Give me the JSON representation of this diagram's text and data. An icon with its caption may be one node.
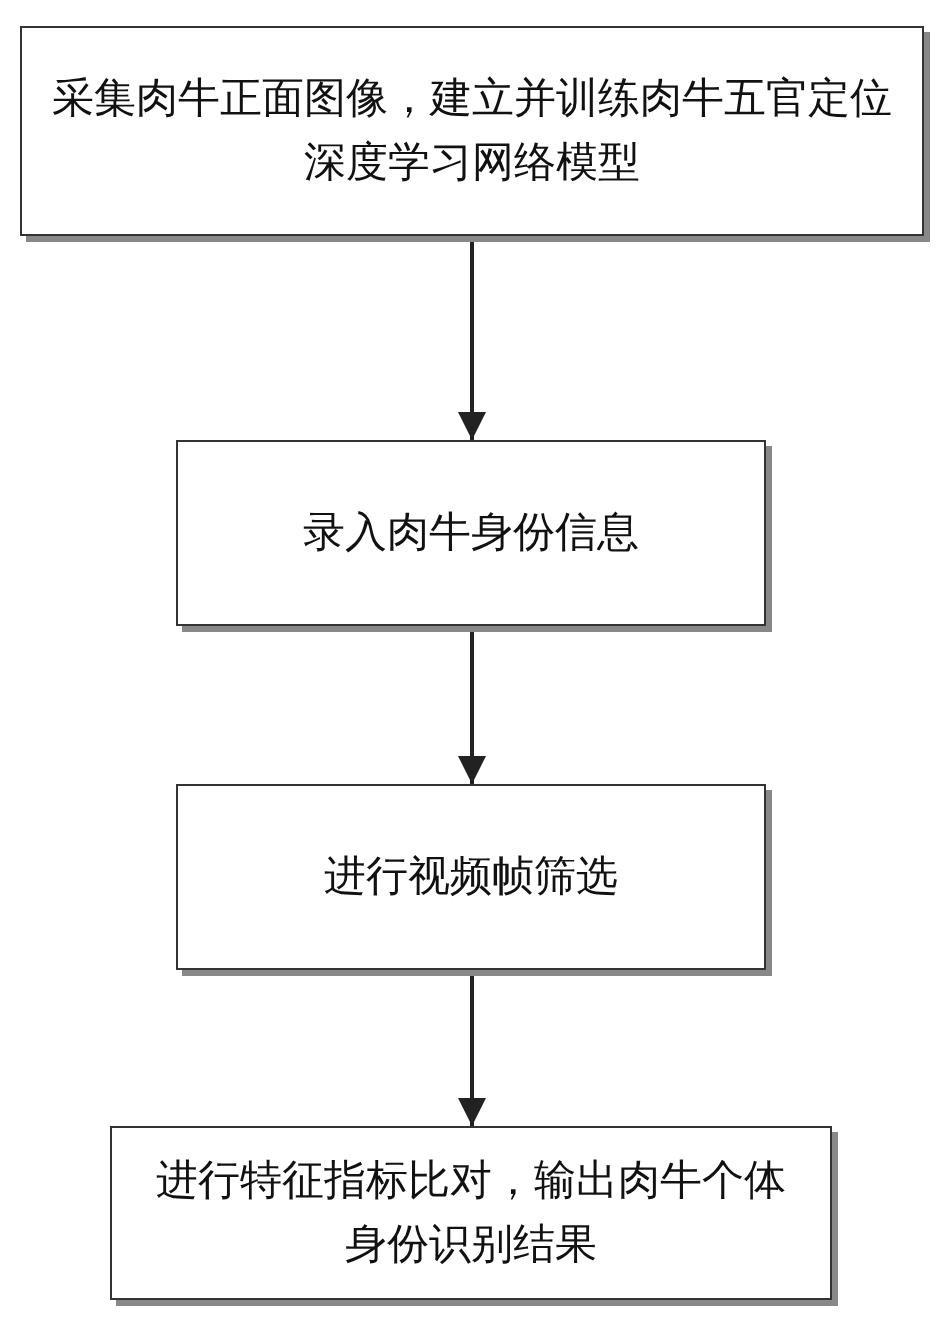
{
  "diagram": {
    "nodes": [
      {
        "text": [
          "采集肉牛正面图像，建立并训练肉牛五官定位深度学习网络模型"
        ]
      },
      {
        "text": [
          "录入肉牛身份信息"
        ]
      },
      {
        "text": [
          "进行视频帧筛选"
        ]
      },
      {
        "text": [
          "进行特征指标比对，输出肉牛个体身份识别结果"
        ]
      }
    ],
    "edges": [
      {
        "from": 0,
        "to": 1,
        "arrow": "to"
      },
      {
        "from": 1,
        "to": 2,
        "arrow": "to"
      },
      {
        "from": 2,
        "to": 3,
        "arrow": "to"
      }
    ]
  }
}
